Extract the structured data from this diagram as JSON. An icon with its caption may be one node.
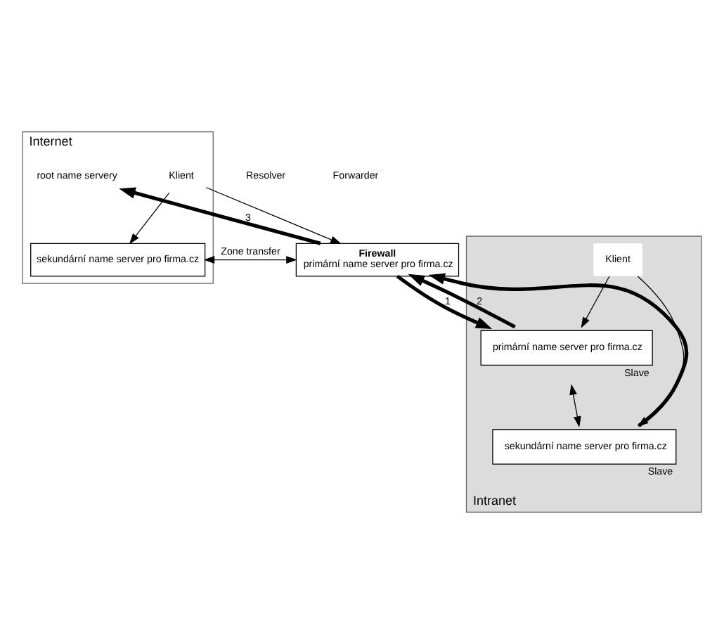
{
  "diagram": {
    "nodes": [
      {
        "text": [
          "Internet"
        ]
      },
      {
        "text": [
          "Klient"
        ],
        "in": 0
      },
      {
        "text": [
          "sekundární name server pro firma.cz"
        ],
        "in": 0
      },
      {
        "text": [
          "root name servery"
        ],
        "in": 0
      },
      {
        "text": [
          "Firewall",
          "primární name server pro firma.cz"
        ]
      },
      {
        "text": [
          "Intranet"
        ]
      },
      {
        "text": [
          "Klient"
        ],
        "in": 5
      },
      {
        "text": [
          "primární name server pro firma.cz"
        ],
        "in": 5,
        "beside": [
          "Slave"
        ]
      },
      {
        "text": [
          "sekundární name server pro firma.cz"
        ],
        "in": 5,
        "beside": [
          "Slave"
        ]
      }
    ],
    "edges": [
      {
        "from": 1,
        "to": 2,
        "arrow": "to"
      },
      {
        "from": 1,
        "to": 4,
        "arrow": "to"
      },
      {
        "from": 4,
        "to": 2,
        "arrow": "both",
        "label": "Zone transfer"
      },
      {
        "from": 4,
        "to": 3,
        "arrow": "to",
        "label": "3",
        "style": "thick"
      },
      {
        "from": 4,
        "to": 7,
        "arrow": "to",
        "label": "1",
        "style": "thick"
      },
      {
        "from": 7,
        "to": 4,
        "arrow": "to",
        "label": "2",
        "style": "thick"
      },
      {
        "from": 8,
        "to": 4,
        "arrow": "to",
        "style": "thick"
      },
      {
        "from": 6,
        "to": 7,
        "arrow": "to"
      },
      {
        "from": 6,
        "to": 8,
        "arrow": "to"
      },
      {
        "from": 7,
        "to": 8,
        "arrow": "both"
      }
    ],
    "labels": [
      "Resolver",
      "Forwarder"
    ]
  }
}
